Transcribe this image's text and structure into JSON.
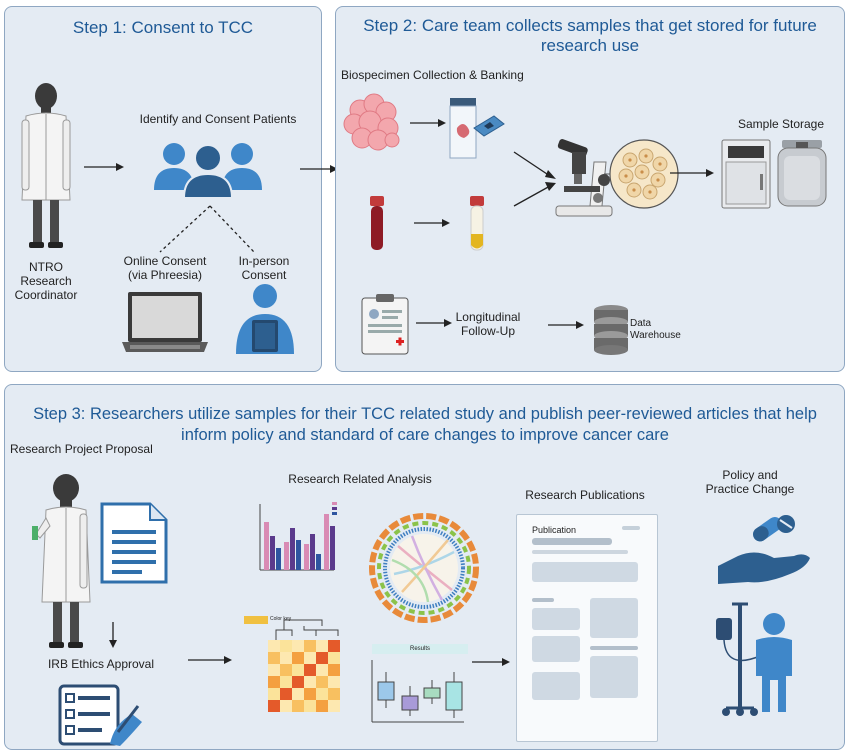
{
  "step1": {
    "title": "Step 1: Consent to TCC",
    "identify_label": "Identify and Consent Patients",
    "coordinator_label": "NTRO Research Coordinator",
    "online_consent_label": "Online Consent (via Phreesia)",
    "inperson_consent_label": "In-person Consent"
  },
  "step2": {
    "title": "Step 2: Care team collects samples that get stored for future research use",
    "biospecimen_label": "Biospecimen Collection & Banking",
    "sample_storage_label": "Sample Storage",
    "followup_label": "Longitudinal Follow-Up",
    "warehouse_label": "Data Warehouse"
  },
  "step3": {
    "title": "Step 3: Researchers utilize samples for their TCC related study and publish peer-reviewed articles that help inform policy and standard of care changes to improve cancer care",
    "proposal_label": "Research Project Proposal",
    "irb_label": "IRB Ethics Approval",
    "analysis_label": "Research Related Analysis",
    "publications_label": "Research Publications",
    "policy_label": "Policy and Practice Change",
    "publication_doc_label": "Publication",
    "heatmap_key_label": "Color key",
    "boxplot_title": "Results"
  },
  "colors": {
    "panel_bg": "#e4ebf3",
    "panel_border": "#8fa7c2",
    "title_blue": "#1f5a96",
    "icon_blue": "#3f87c9",
    "dark_figure": "#3a3a3a"
  }
}
